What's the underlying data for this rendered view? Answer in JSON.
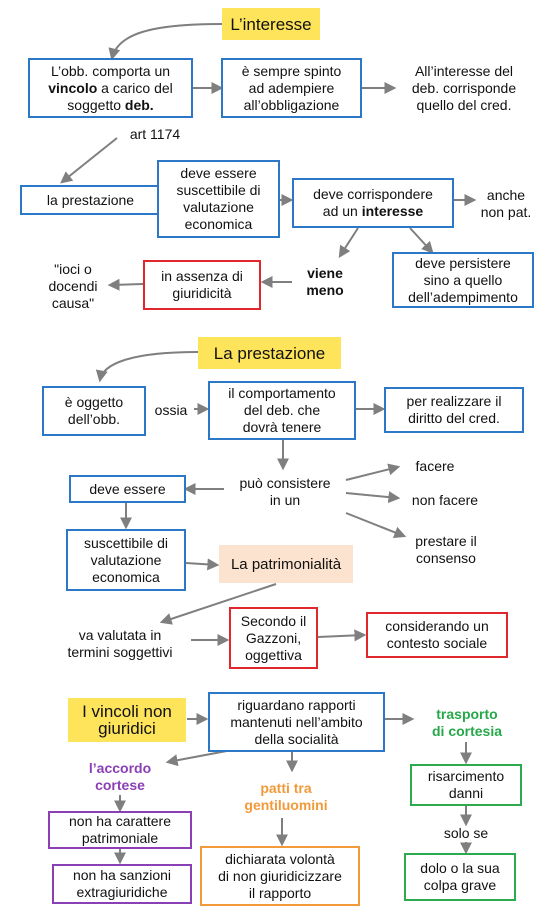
{
  "colors": {
    "arrow": "#7f7f7f",
    "blue": "#2b78c6",
    "red": "#e0282c",
    "green": "#2eaa4e",
    "purple": "#8a3fb5",
    "orange": "#f29a3a",
    "yellow": "#fde45a",
    "peach": "#fbe3cf"
  },
  "s1": {
    "title": "L’interesse",
    "obb_a": "L’obb. comporta un ",
    "obb_b": "vincolo",
    "obb_c": " a carico del soggetto ",
    "obb_d": "deb.",
    "spinto": "è sempre spinto\nad adempiere\nall’obbligazione",
    "allinteresse": "All’interesse del\ndeb. corrisponde\nquello del cred.",
    "art": "art 1174",
    "prestazione": "la prestazione",
    "suscettibile": "deve essere\nsuscettibile di\nvalutazione\neconomica",
    "corr_a": "deve corrispondere\nad un ",
    "corr_b": "interesse",
    "anche": "anche\nnon pat.",
    "persistere": "deve persistere\nsino a quello\ndell’adempimento",
    "viene": "viene\nmeno",
    "assenza": "in assenza di\ngiuridicità",
    "ioci": "\"ioci o\ndocendi\ncausa\""
  },
  "s2": {
    "title": "La prestazione",
    "oggetto": "è oggetto\ndell’obb.",
    "ossia": "ossia",
    "comportamento": "il comportamento\ndel deb. che\ndovrà tenere",
    "realizzare": "per realizzare il\ndiritto del cred.",
    "consistere": "può consistere\nin un",
    "facere": "facere",
    "non_facere": "non facere",
    "prestare": "prestare il\nconsenso",
    "deve_essere": "deve essere",
    "suscettibile": "suscettibile di\nvalutazione\neconomica",
    "patrimonialita": "La patrimonialità",
    "valutata": "va valutata in\ntermini soggettivi",
    "gazzoni": "Secondo il\nGazzoni,\noggettiva",
    "contesto": "considerando un\ncontesto sociale"
  },
  "s3": {
    "title": "I vincoli non\ngiuridici",
    "riguardano": "riguardano rapporti\nmantenuti nell’ambito\ndella socialità",
    "trasporto": "trasporto\ndi cortesia",
    "risarcimento": "risarcimento\ndanni",
    "solo_se": "solo se",
    "dolo": "dolo o la sua\ncolpa grave",
    "accordo": "l’accordo\ncortese",
    "carattere": "non ha carattere\npatrimoniale",
    "sanzioni": "non ha sanzioni\nextragiuridiche",
    "patti": "patti tra\ngentiluomini",
    "dichiarata": "dichiarata volontà\ndi non giuridicizzare\nil rapporto"
  }
}
